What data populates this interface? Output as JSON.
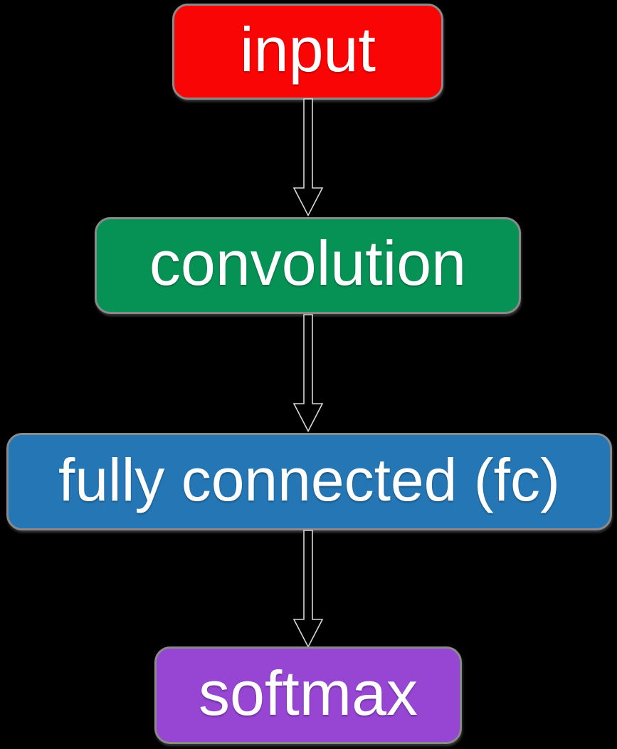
{
  "diagram": {
    "type": "flowchart",
    "background_color": "#000000",
    "border_color": "#8a8a8a",
    "text_color": "#ffffff",
    "arrow": {
      "fill": "#000000",
      "outline": "#d6d6d6"
    },
    "nodes": [
      {
        "id": "input",
        "label": "input",
        "color": "#fa0506"
      },
      {
        "id": "convolution",
        "label": "convolution",
        "color": "#079255"
      },
      {
        "id": "fully-connected",
        "label": "fully connected (fc)",
        "color": "#2476b4"
      },
      {
        "id": "softmax",
        "label": "softmax",
        "color": "#9646d2"
      }
    ],
    "edges": [
      {
        "from": "input",
        "to": "convolution"
      },
      {
        "from": "convolution",
        "to": "fully-connected"
      },
      {
        "from": "fully-connected",
        "to": "softmax"
      }
    ]
  }
}
